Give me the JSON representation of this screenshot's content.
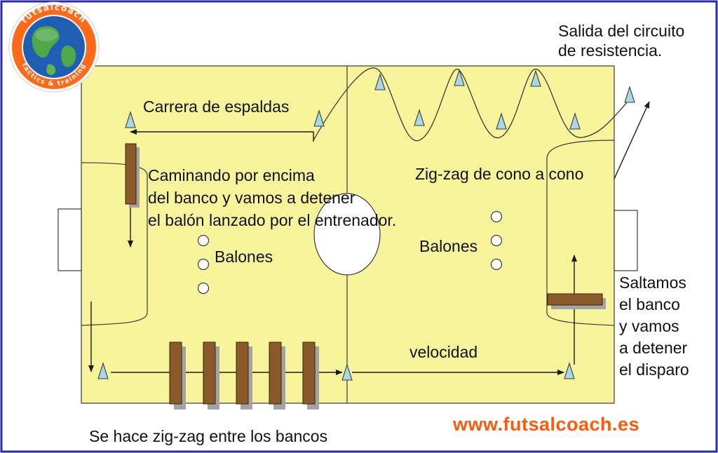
{
  "colors": {
    "field": "#f8f49c",
    "line": "#3a3a3a",
    "cone_fill": "#a8d8e4",
    "bench": "#8b5a2b",
    "bench_shadow": "#a3a3a3",
    "url": "#ff5a0a",
    "border": "#2a2aa8",
    "logo_ring": "#ff6a1a"
  },
  "logo": {
    "brand_text": "futsalcoach",
    "tagline": "tactics & training"
  },
  "labels": {
    "salida": "Salida del circuito\nde resistencia.",
    "carrera": "Carrera de espaldas",
    "caminando": "Caminando por encima\ndel banco y vamos a detener\nel balón lanzado por el entrenador.",
    "zigzag_conos": "Zig-zag de cono a cono",
    "balones_left": "Balones",
    "balones_right": "Balones",
    "saltamos": "Saltamos\nel banco\ny vamos\na detener\nel disparo",
    "velocidad": "velocidad",
    "zigzag_bancos": "Se hace zig-zag entre los bancos"
  },
  "website": "www.futsalcoach.es"
}
